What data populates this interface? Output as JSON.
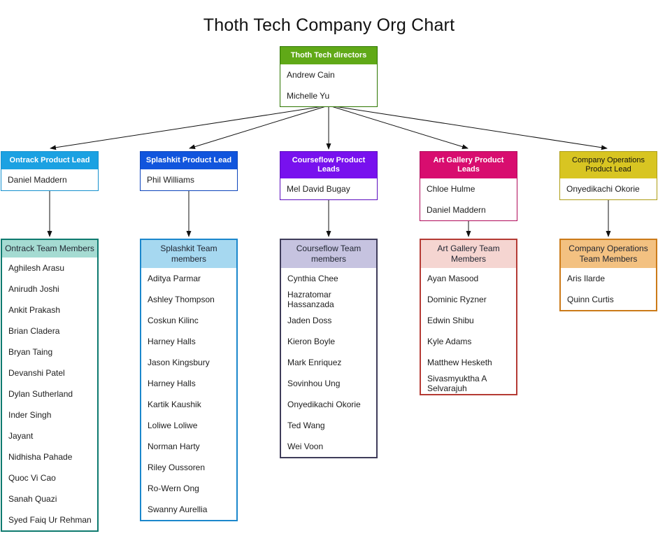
{
  "title": "Thoth Tech Company Org Chart",
  "root": {
    "header": "Thoth Tech directors",
    "header_bg": "#60A917",
    "header_fg": "#FFFFFF",
    "border": "#2D7600",
    "members": [
      "Andrew Cain",
      "Michelle Yu"
    ]
  },
  "columns": [
    {
      "id": "ontrack",
      "lead": {
        "header": "Ontrack Product Lead",
        "header_bg": "#1BA1E2",
        "header_fg": "#FFFFFF",
        "border": "#1591CE",
        "members": [
          "Daniel Maddern"
        ]
      },
      "team": {
        "header": "Ontrack Team Members",
        "header_bg": "#A5DBD2",
        "header_fg": "#1F2430",
        "border": "#0E7A6F",
        "members": [
          "Aghilesh Arasu",
          "Anirudh Joshi",
          "Ankit Prakash",
          "Brian Cladera",
          "Bryan Taing",
          "Devanshi Patel",
          "Dylan Sutherland",
          "Inder Singh",
          "Jayant",
          "Nidhisha Pahade",
          "Quoc Vi Cao",
          "Sanah Quazi",
          "Syed Faiq Ur Rehman"
        ]
      }
    },
    {
      "id": "splashkit",
      "lead": {
        "header": "Splashkit Product Lead",
        "header_bg": "#1155DD",
        "header_fg": "#FFFFFF",
        "border": "#0C44BC",
        "members": [
          "Phil Williams"
        ]
      },
      "team": {
        "header": "Splashkit Team members",
        "header_bg": "#A6D8F0",
        "header_fg": "#1F2430",
        "border": "#1B87CC",
        "members": [
          "Aditya Parmar",
          "Ashley Thompson",
          "Coskun Kilinc",
          "Harney Halls",
          "Jason Kingsbury",
          "Harney Halls",
          "Kartik Kaushik",
          "Loliwe Loliwe",
          "Norman Harty",
          "Riley Oussoren",
          "Ro-Wern Ong",
          "Swanny Aurellia"
        ]
      }
    },
    {
      "id": "courseflow",
      "lead": {
        "header": "Courseflow Product Leads",
        "header_bg": "#7811EE",
        "header_fg": "#FFFFFF",
        "border": "#5C0DBE",
        "members": [
          "Mel David Bugay"
        ]
      },
      "team": {
        "header": "Courseflow Team members",
        "header_bg": "#C6C3E0",
        "header_fg": "#1F2430",
        "border": "#3F3C5A",
        "members": [
          "Cynthia Chee",
          "Hazratomar Hassanzada",
          "Jaden Doss",
          "Kieron Boyle",
          "Mark Enriquez",
          "Sovinhou Ung",
          "Onyedikachi Okorie",
          "Ted Wang",
          "Wei Voon"
        ]
      }
    },
    {
      "id": "art-gallery",
      "lead": {
        "header": "Art Gallery Product Leads",
        "header_bg": "#D80D6F",
        "header_fg": "#FFFFFF",
        "border": "#B00A5A",
        "members": [
          "Chloe Hulme",
          "Daniel Maddern"
        ]
      },
      "team": {
        "header": "Art Gallery Team Members",
        "header_bg": "#F5D5D1",
        "header_fg": "#1F2430",
        "border": "#B43A34",
        "members": [
          "Ayan Masood",
          "Dominic Ryzner",
          "Edwin Shibu",
          "Kyle Adams",
          "Matthew Hesketh",
          "Sivasmyuktha A Selvarajuh"
        ]
      }
    },
    {
      "id": "company-operations",
      "lead": {
        "header": "Company Operations Product Lead",
        "header_bg": "#D8C522",
        "header_fg": "#111111",
        "header_bold": false,
        "border": "#AE9D15",
        "members": [
          "Onyedikachi Okorie"
        ]
      },
      "team": {
        "header": "Company Operations Team Members",
        "header_bg": "#F3C181",
        "header_fg": "#1F2430",
        "border": "#CB7A18",
        "members": [
          "Aris Ilarde",
          "Quinn Curtis"
        ]
      }
    }
  ]
}
